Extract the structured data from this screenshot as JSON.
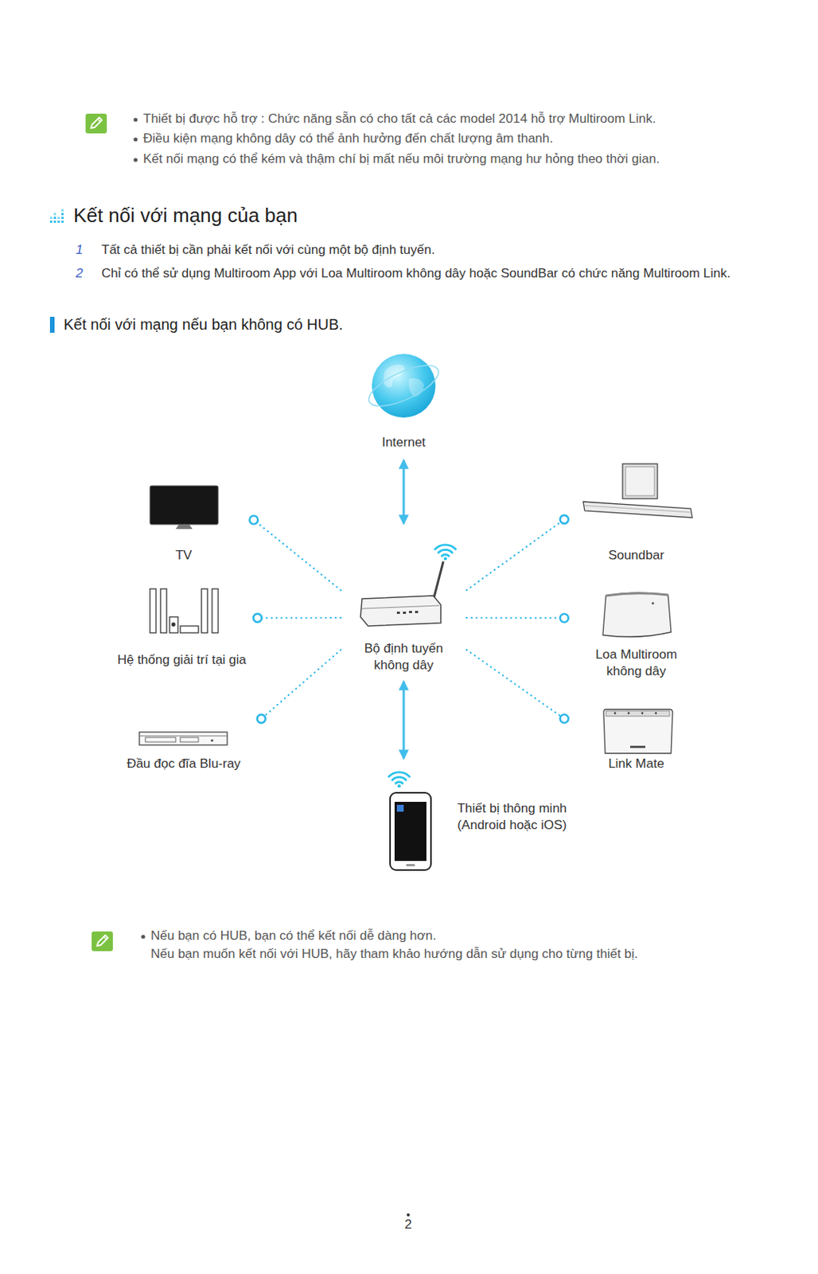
{
  "diagram": {
    "title": "Kết nối với mạng của bạn",
    "nodes": [
      {
        "text": [
          "Internet"
        ]
      },
      {
        "text": [
          "TV"
        ]
      },
      {
        "text": [
          "Soundbar"
        ]
      },
      {
        "text": [
          "Hệ thống giải trí tại gia"
        ]
      },
      {
        "text": [
          "Bộ định tuyến không dây"
        ]
      },
      {
        "text": [
          "Loa Multiroom không dây"
        ]
      },
      {
        "text": [
          "Đầu đọc đĩa Blu-ray"
        ]
      },
      {
        "text": [
          "Link Mate"
        ]
      },
      {
        "text": [
          "Thiết bị thông minh (Android hoặc iOS)"
        ]
      }
    ],
    "edges": [
      {
        "from": 0,
        "to": 4,
        "arrow": "both"
      },
      {
        "from": 4,
        "to": 1,
        "arrow": "none"
      },
      {
        "from": 4,
        "to": 3,
        "arrow": "none"
      },
      {
        "from": 4,
        "to": 6,
        "arrow": "none"
      },
      {
        "from": 4,
        "to": 2,
        "arrow": "none"
      },
      {
        "from": 4,
        "to": 5,
        "arrow": "none"
      },
      {
        "from": 4,
        "to": 7,
        "arrow": "none"
      },
      {
        "from": 4,
        "to": 8,
        "arrow": "both"
      }
    ],
    "labels": [
      "Thiết bị được hỗ trợ : Chức năng sẵn có cho tất cả các model 2014 hỗ trợ Multiroom Link.",
      "Điều kiện mạng không dây có thể ảnh hưởng đến chất lượng âm thanh.",
      "Kết nối mạng có thể kém và thậm chí bị mất nếu môi trường mạng hư hỏng theo thời gian.",
      "1",
      "Tất cả thiết bị cần phải kết nối với cùng một bộ định tuyến.",
      "2",
      "Chỉ có thể sử dụng Multiroom App với Loa Multiroom không dây hoặc SoundBar có chức năng Multiroom Link.",
      "Kết nối với mạng nếu bạn không có HUB.",
      "Nếu bạn có HUB, bạn có thể kết nối dễ dàng hơn.",
      "Nếu bạn muốn kết nối với HUB, hãy tham khảo hướng dẫn sử dụng cho từng thiết bị.",
      "2"
    ]
  }
}
